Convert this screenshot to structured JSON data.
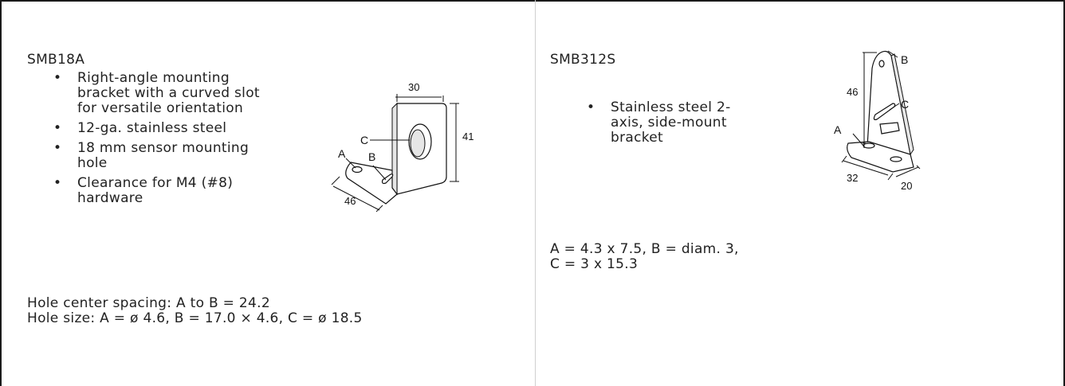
{
  "left": {
    "title": "SMB18A",
    "bullets": [
      "Right-angle mounting bracket with a curved slot for versatile orientation",
      "12-ga. stainless steel",
      "18 mm sensor mounting hole",
      "Clearance for M4 (#8) hardware"
    ],
    "spec_line1": "Hole center spacing: A to B = 24.2",
    "spec_line2": "Hole size: A = ø 4.6, B = 17.0 × 4.6, C = ø 18.5",
    "figure": {
      "dim_width": "30",
      "dim_height": "41",
      "dim_depth": "46",
      "hole_a": "A",
      "hole_b": "B",
      "hole_c": "C"
    }
  },
  "right": {
    "title": "SMB312S",
    "bullets": [
      "Stainless steel 2-axis, side-mount bracket"
    ],
    "spec_line1": "A = 4.3 x 7.5, B = diam. 3,",
    "spec_line2": "C = 3 x 15.3",
    "figure": {
      "dim_height": "46",
      "dim_depth": "32",
      "dim_width": "20",
      "hole_a": "A",
      "hole_b": "B",
      "hole_c": "C"
    }
  }
}
